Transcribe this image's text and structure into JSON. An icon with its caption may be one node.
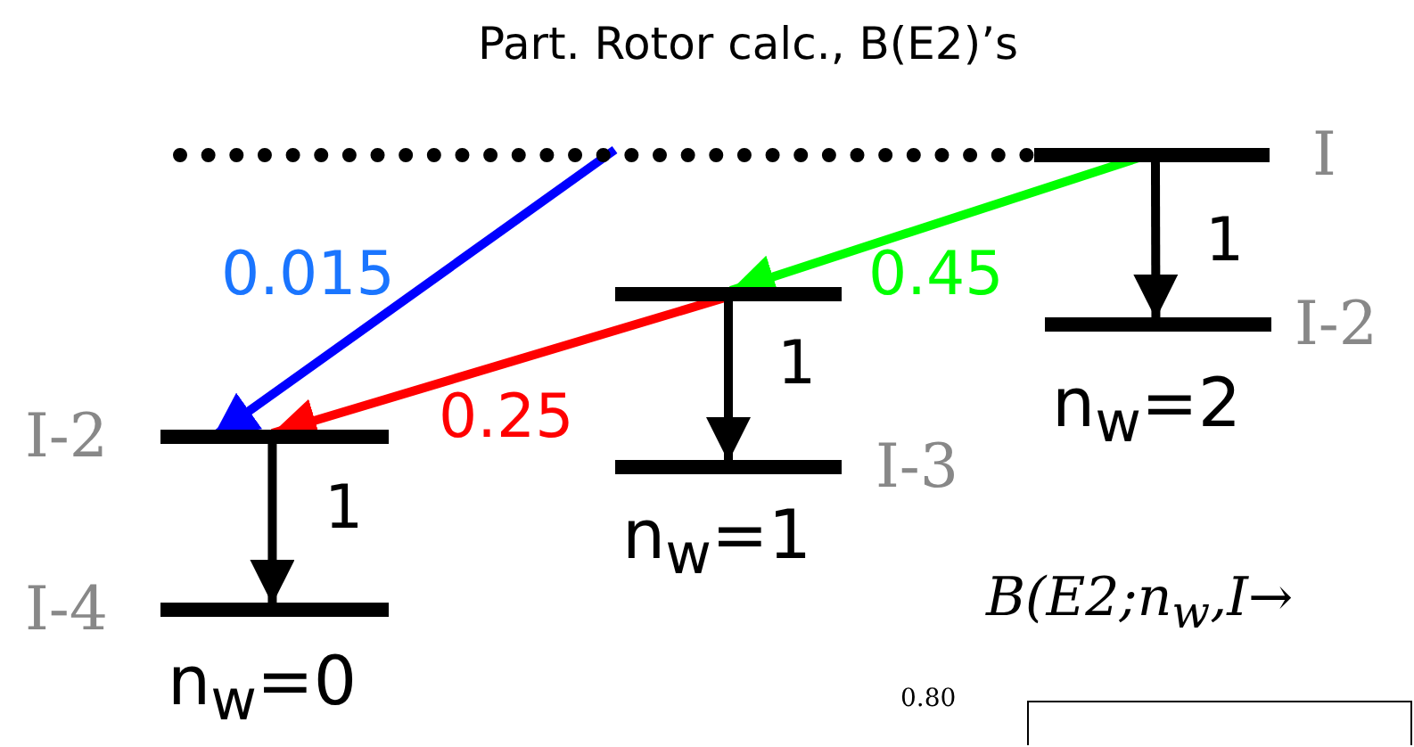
{
  "diagram": {
    "title": "Part. Rotor calc., B(E2)’s",
    "nodes": [
      {
        "text": [],
        "shape": "bar"
      },
      {
        "text": [
          "I"
        ]
      },
      {
        "text": [
          "I-2"
        ],
        "beside": [
          "n$_{w}$=2"
        ]
      },
      {
        "text": [],
        "shape": "bar"
      },
      {
        "text": [
          "I-3"
        ],
        "beside": [
          "n$_{w}$=1"
        ]
      },
      {
        "text": [
          "I-2"
        ]
      },
      {
        "text": [
          "I-4"
        ],
        "beside": [
          "n$_{w}$=0"
        ]
      }
    ],
    "edges": [
      {
        "from": 0,
        "to": 5,
        "arrow": "to",
        "label": "0.015",
        "color": "#0000ff"
      },
      {
        "from": 1,
        "to": 3,
        "arrow": "to",
        "label": "0.45",
        "color": "#00ff00"
      },
      {
        "from": 3,
        "to": 5,
        "arrow": "to",
        "label": "0.25",
        "color": "#ff0000"
      },
      {
        "from": 1,
        "to": 2,
        "arrow": "to",
        "label": "1"
      },
      {
        "from": 3,
        "to": 4,
        "arrow": "to",
        "label": "1"
      },
      {
        "from": 5,
        "to": 6,
        "arrow": "to",
        "label": "1"
      }
    ],
    "labels": [
      "B(E2;n$_{w}$,I→",
      "0.80"
    ]
  }
}
